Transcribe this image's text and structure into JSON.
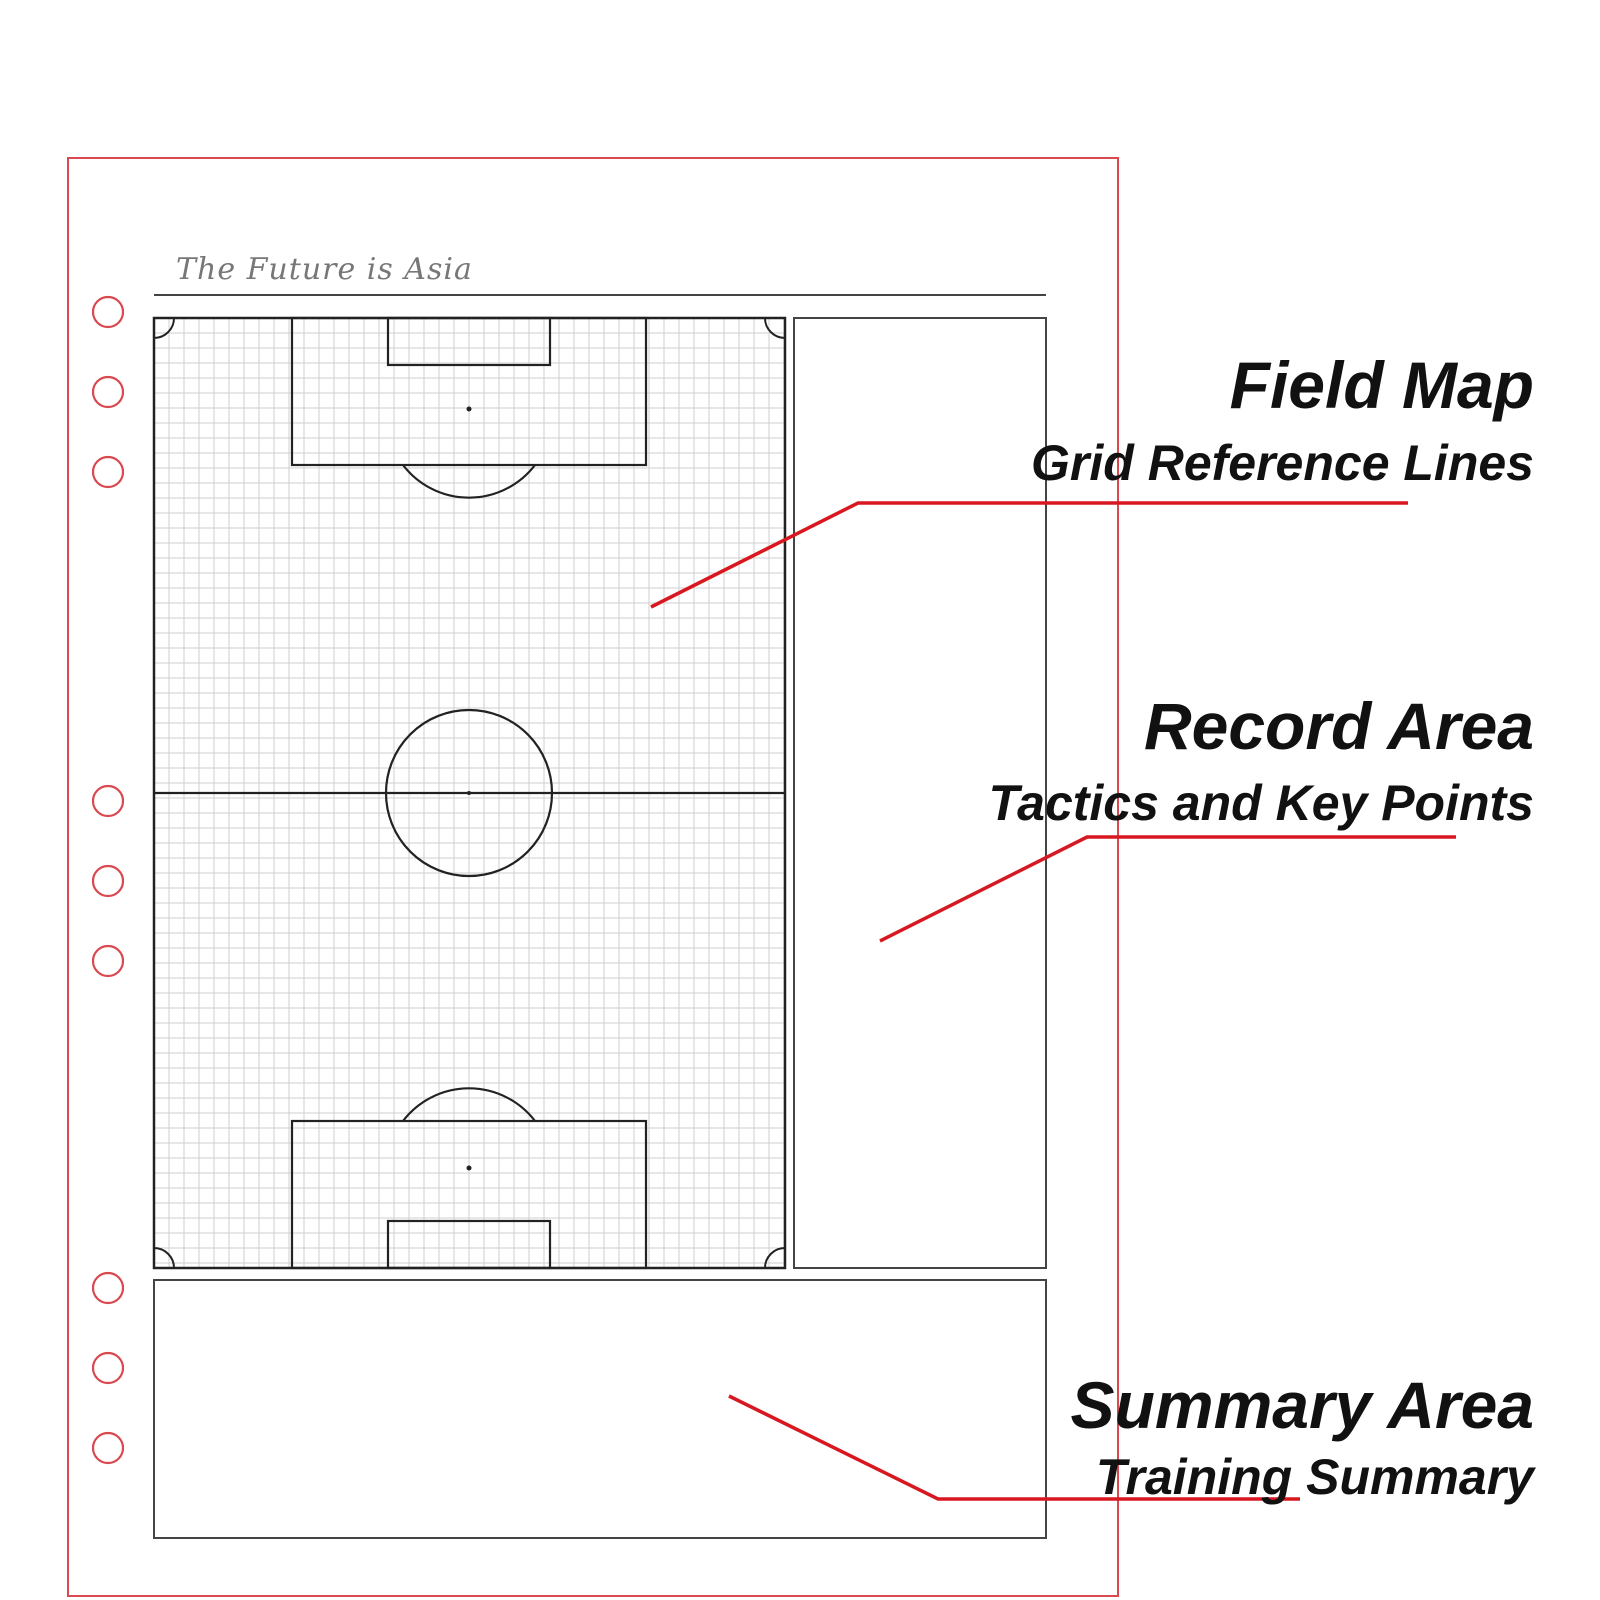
{
  "brand": {
    "text": "The Future is Asia"
  },
  "annotations": [
    {
      "title": "Field Map",
      "subtitle": "Grid Reference Lines"
    },
    {
      "title": "Record Area",
      "subtitle": "Tactics and Key Points"
    },
    {
      "title": "Summary Area",
      "subtitle": "Training Summary"
    }
  ],
  "binder_holes": {
    "count": 9
  },
  "colors": {
    "sheet_border": "#d9494f",
    "pointer": "#d81820",
    "hole": "#d9494f",
    "grid": "#cfcfcf",
    "pitch_lines": "#222222",
    "box_border": "#444444"
  }
}
